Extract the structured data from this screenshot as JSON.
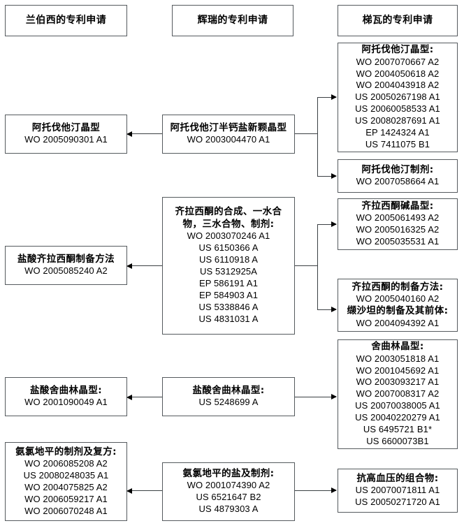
{
  "diagram": {
    "type": "patent-application-flow-diagram",
    "columns": [
      {
        "id": "ranbaxy",
        "title": "兰伯西的专利申请"
      },
      {
        "id": "pfizer",
        "title": "辉瑞的专利申请"
      },
      {
        "id": "teva",
        "title": "梯瓦的专利申请"
      }
    ],
    "nodes": {
      "atorvastatin_left": {
        "lines": [
          "阿托伐他汀晶型",
          "WO 2005090301 A1"
        ],
        "kinds": [
          "cn",
          "num"
        ]
      },
      "atorvastatin_mid": {
        "lines": [
          "阿托伐他汀半钙盐新颗晶型",
          "WO 2003004470 A1"
        ],
        "kinds": [
          "cn",
          "num"
        ]
      },
      "atorvastatin_crystal_right": {
        "lines": [
          "阿托伐他汀晶型:",
          "WO 2007070667 A2",
          "WO 2004050618 A2",
          "WO 2004043918 A2",
          "US 20050267198 A1",
          "US 20060058533 A1",
          "US 20080287691 A1",
          "EP 1424324 A1",
          "US 7411075 B1"
        ],
        "kinds": [
          "cn",
          "num",
          "num",
          "num",
          "num",
          "num",
          "num",
          "num",
          "num"
        ]
      },
      "atorvastatin_formulation_right": {
        "lines": [
          "阿托伐他汀制剂:",
          "WO 2007058664 A1"
        ],
        "kinds": [
          "cn",
          "num"
        ]
      },
      "ziprasidone_left": {
        "lines": [
          "盐酸齐拉西酮制备方法",
          "WO 2005085240 A2"
        ],
        "kinds": [
          "cn",
          "num"
        ]
      },
      "ziprasidone_mid": {
        "lines": [
          "齐拉西酮的合成、一水合",
          "物，三水合物、制剂:",
          "WO 2003070246 A1",
          "US 6150366 A",
          "US 6110918 A",
          "US 5312925A",
          "EP 586191 A1",
          "EP 584903 A1",
          "US 5338846 A",
          "US 4831031 A"
        ],
        "kinds": [
          "cn",
          "cn",
          "num",
          "num",
          "num",
          "num",
          "num",
          "num",
          "num",
          "num"
        ]
      },
      "ziprasidone_base_right": {
        "lines": [
          "齐拉西酮碱晶型:",
          "WO 2005061493 A2",
          "WO 2005016325 A2",
          "WO 2005035531 A1"
        ],
        "kinds": [
          "cn",
          "num",
          "num",
          "num"
        ]
      },
      "ziprasidone_prep_right": {
        "lines": [
          "齐拉西酮的制备方法:",
          "WO 2005040160 A2",
          "缬沙坦的制备及其前体:",
          "WO 2004094392 A1"
        ],
        "kinds": [
          "cn",
          "num",
          "cn",
          "num"
        ]
      },
      "sertraline_left": {
        "lines": [
          "盐酸舍曲林晶型:",
          "WO 2001090049 A1"
        ],
        "kinds": [
          "cn",
          "num"
        ]
      },
      "sertraline_mid": {
        "lines": [
          "盐酸舍曲林晶型:",
          "US 5248699 A"
        ],
        "kinds": [
          "cn",
          "num"
        ]
      },
      "sertraline_right": {
        "lines": [
          "舍曲林晶型:",
          "WO 2003051818 A1",
          "WO 2001045692 A1",
          "WO 2003093217 A1",
          "WO 2007008317 A2",
          "US 20070038005 A1",
          "US 20040220279 A1",
          "US 6495721 B1*",
          "US 6600073B1"
        ],
        "kinds": [
          "cn",
          "num",
          "num",
          "num",
          "num",
          "num",
          "num",
          "num",
          "num"
        ]
      },
      "amlodipine_left": {
        "lines": [
          "氨氯地平的制剂及复方:",
          "WO 2006085208 A2",
          "US 20080248035 A1",
          "WO 2004075825 A2",
          "WO 2006059217 A1",
          "WO 2006070248 A1"
        ],
        "kinds": [
          "cn",
          "num",
          "num",
          "num",
          "num",
          "num"
        ]
      },
      "amlodipine_mid": {
        "lines": [
          "氨氯地平的盐及制剂:",
          "WO 2001074390 A2",
          "US 6521647 B2",
          "US 4879303 A"
        ],
        "kinds": [
          "cn",
          "num",
          "num",
          "num"
        ]
      },
      "antihypertensive_right": {
        "lines": [
          "抗高血压的组合物:",
          "US 20070071811 A1",
          "US 20050271720 A1"
        ],
        "kinds": [
          "cn",
          "num",
          "num"
        ]
      }
    },
    "colors": {
      "border": "#555a5e",
      "connector": "#3a3f43",
      "text": "#000000",
      "background": "#ffffff"
    }
  }
}
